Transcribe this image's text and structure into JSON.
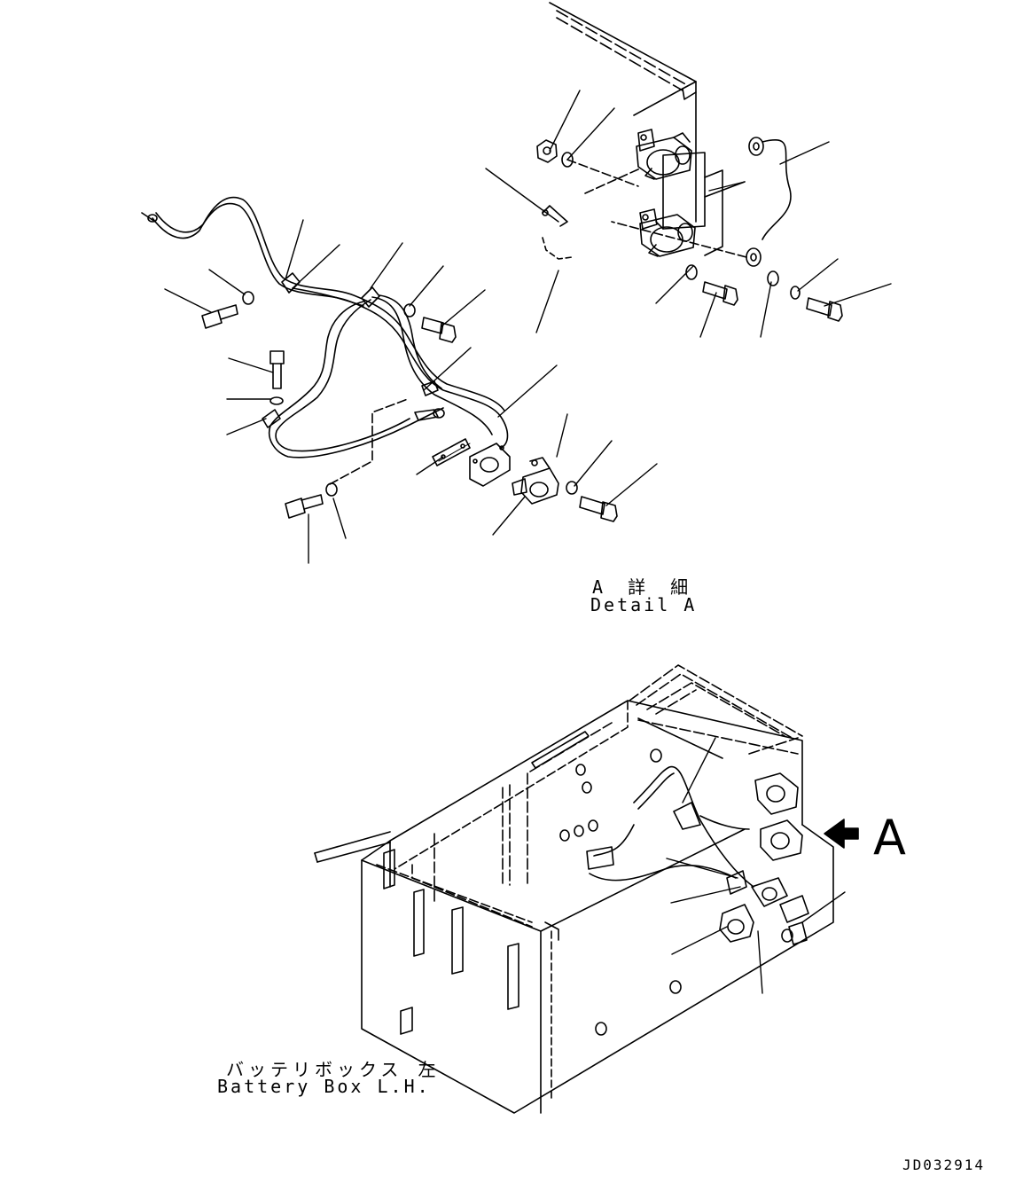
{
  "detail": {
    "title_jp": "A 詳 細",
    "title_en": "Detail A"
  },
  "assembly": {
    "title_jp": "バッテリボックス 左",
    "title_en": "Battery Box L.H.",
    "view_callout": "A"
  },
  "drawing_code": "JD032914"
}
